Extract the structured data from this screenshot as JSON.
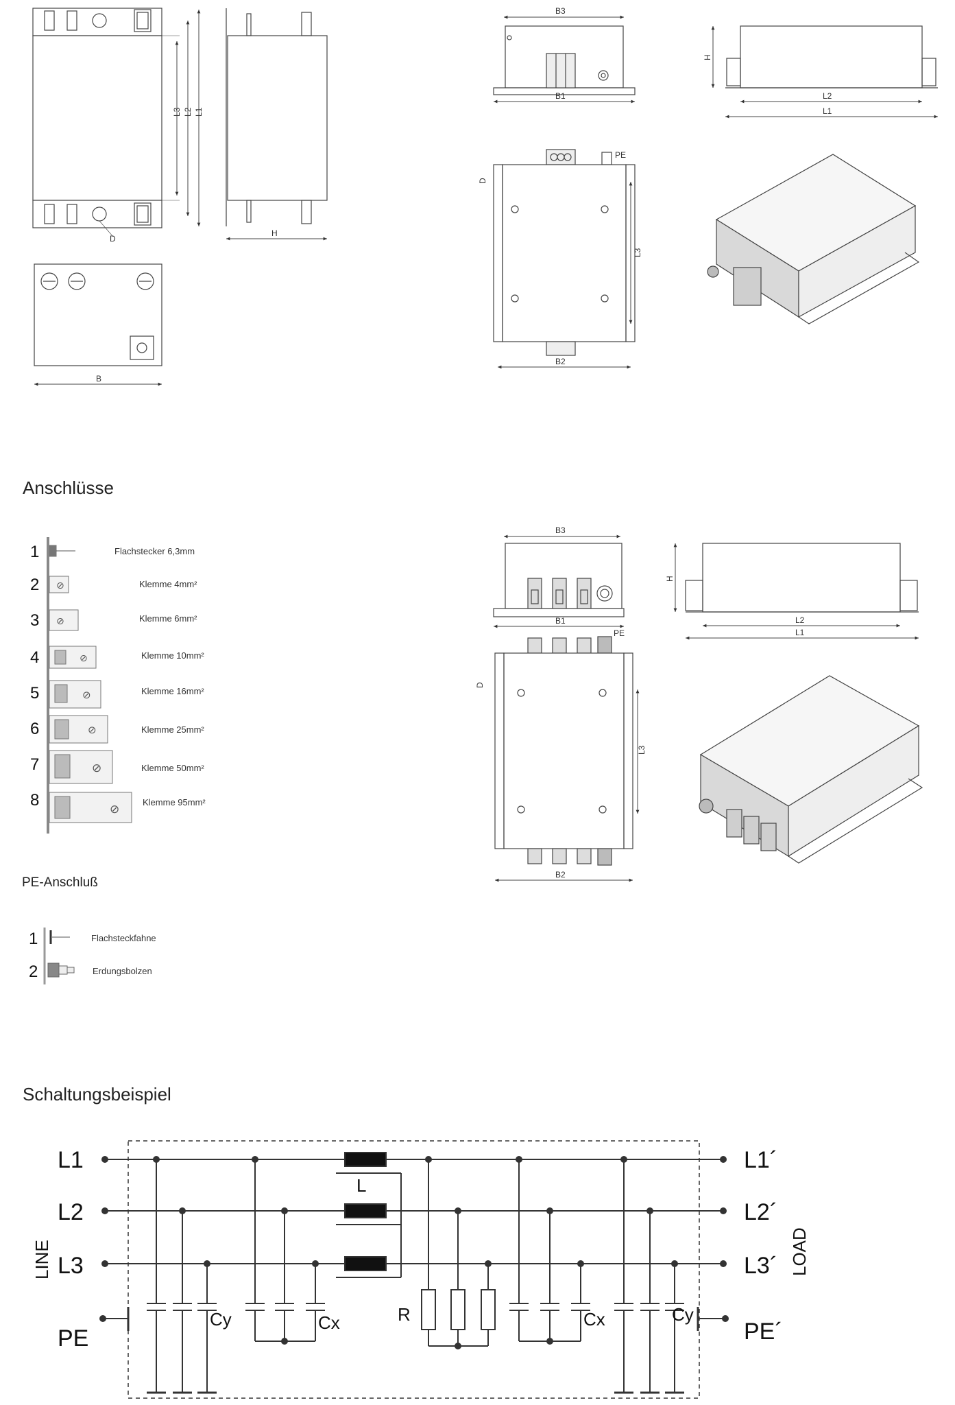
{
  "sections": {
    "connections": "Anschlüsse",
    "pe": "PE-Anschluß",
    "circuit": "Schaltungsbeispiel"
  },
  "dims": {
    "L1": "L1",
    "L2": "L2",
    "L3": "L3",
    "B": "B",
    "B1": "B1",
    "B2": "B2",
    "B3": "B3",
    "H": "H",
    "D": "D",
    "PE": "PE"
  },
  "connectors": [
    {
      "num": "1",
      "label": "Flachstecker 6,3mm"
    },
    {
      "num": "2",
      "label": "Klemme 4mm²"
    },
    {
      "num": "3",
      "label": "Klemme 6mm²"
    },
    {
      "num": "4",
      "label": "Klemme 10mm²"
    },
    {
      "num": "5",
      "label": "Klemme 16mm²"
    },
    {
      "num": "6",
      "label": "Klemme 25mm²"
    },
    {
      "num": "7",
      "label": "Klemme 50mm²"
    },
    {
      "num": "8",
      "label": "Klemme 95mm²"
    }
  ],
  "pe_connectors": [
    {
      "num": "1",
      "label": "Flachsteckfahne"
    },
    {
      "num": "2",
      "label": "Erdungsbolzen"
    }
  ],
  "circuit": {
    "inputs": [
      "L1",
      "L2",
      "L3",
      "PE"
    ],
    "outputs": [
      "L1´",
      "L2´",
      "L3´",
      "PE´"
    ],
    "line": "LINE",
    "load": "LOAD",
    "L": "L",
    "R": "R",
    "Cy": "Cy",
    "Cx": "Cx"
  }
}
